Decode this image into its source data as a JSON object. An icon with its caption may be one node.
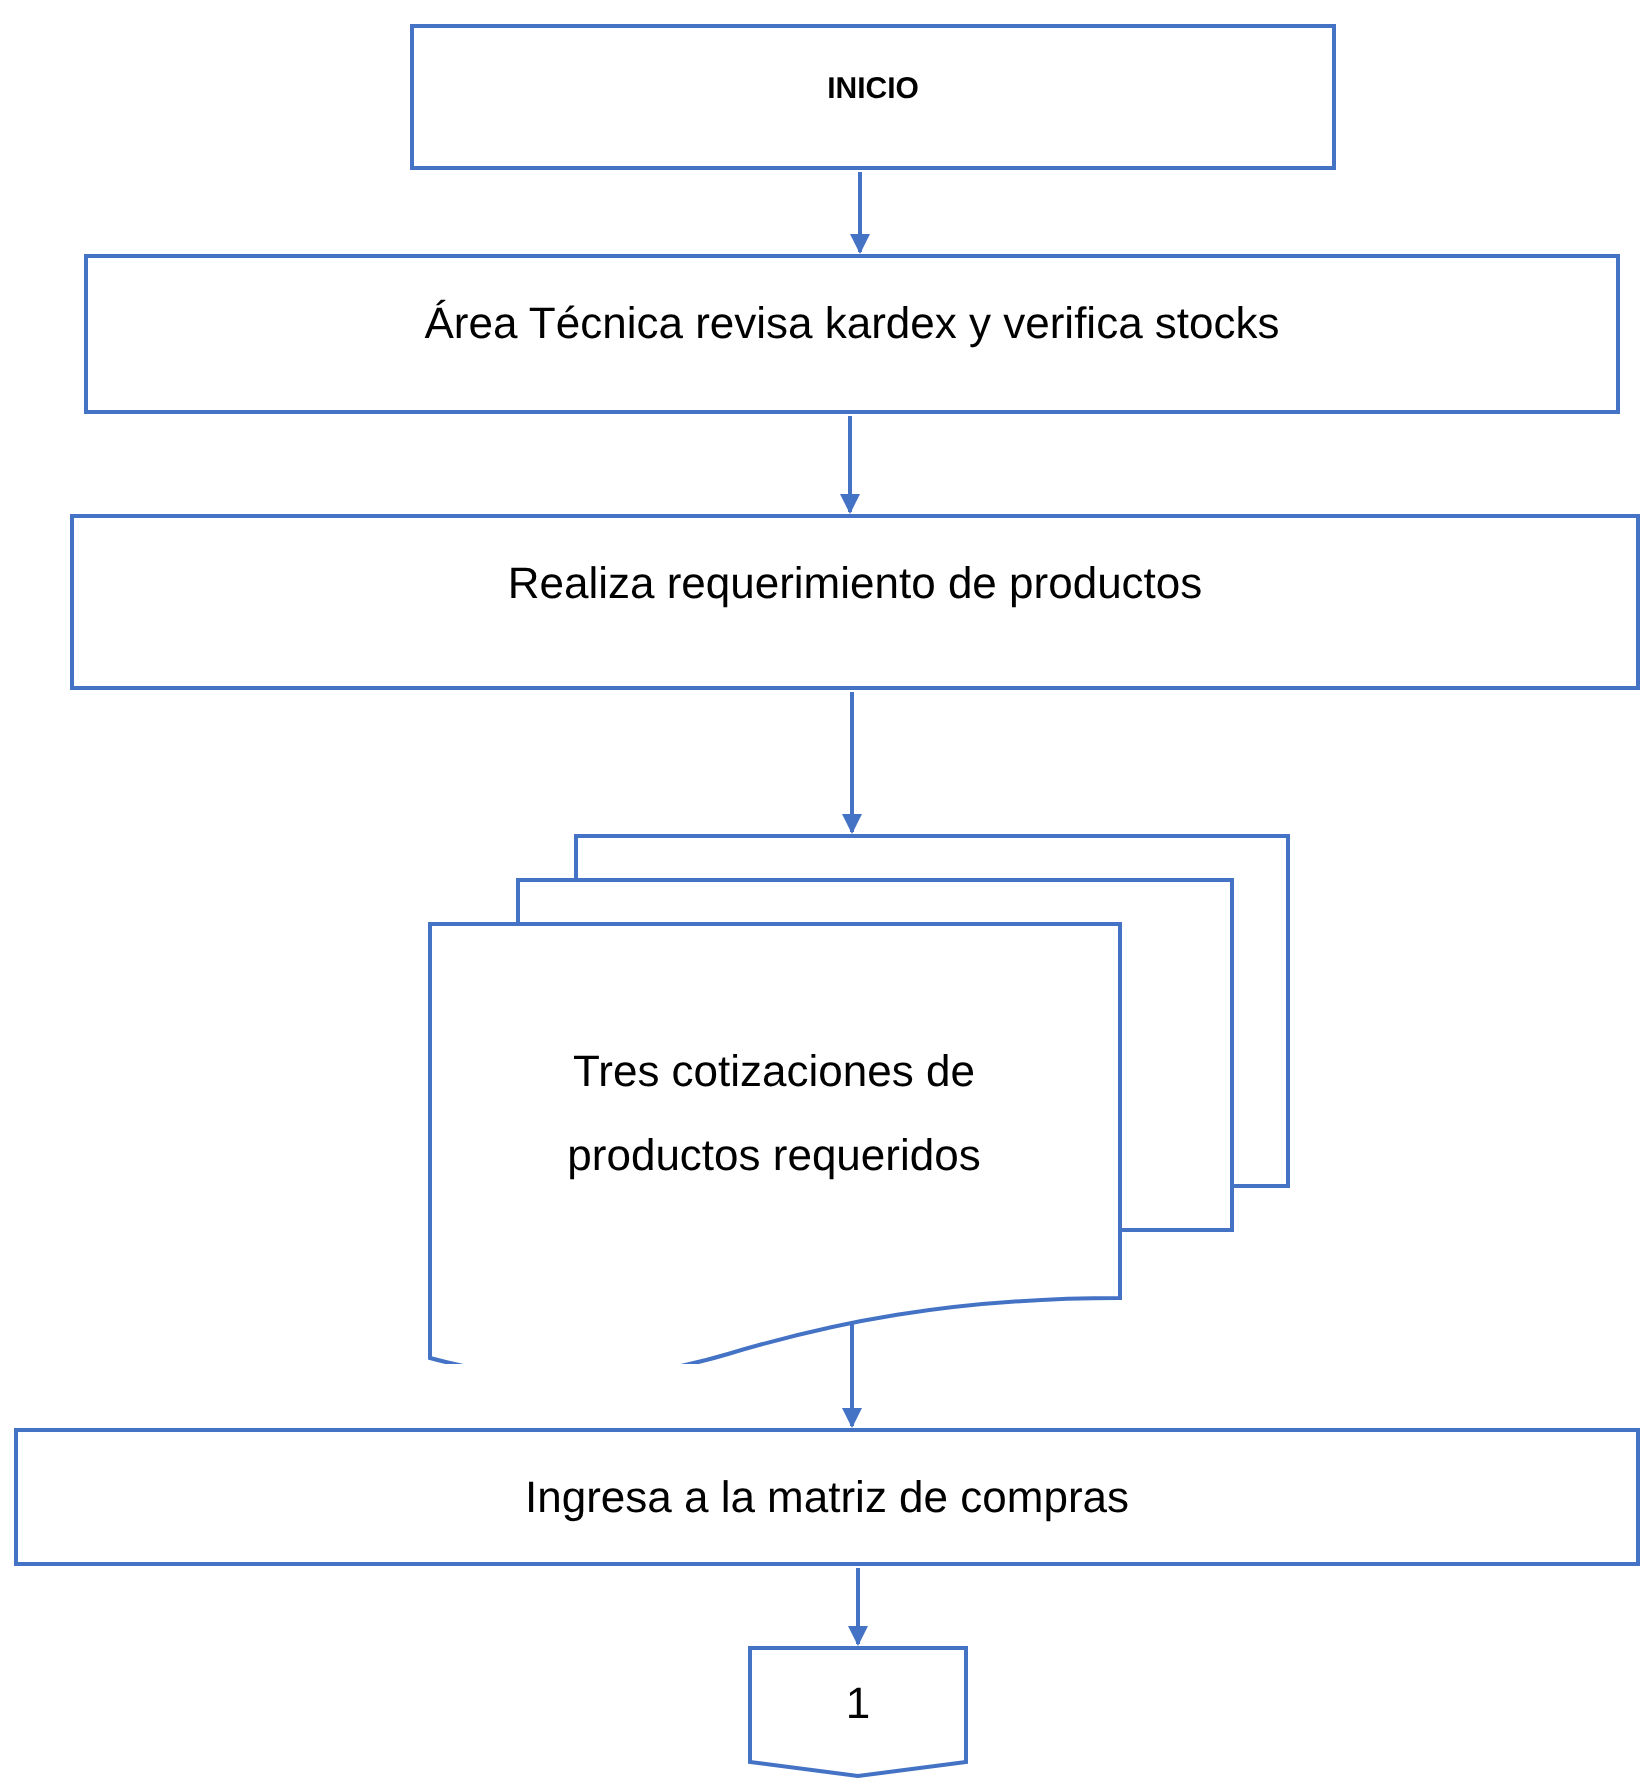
{
  "diagram": {
    "nodes": [
      {
        "text": [
          "INICIO"
        ]
      },
      {
        "text": [
          "Área Técnica revisa kardex y verifica stocks"
        ]
      },
      {
        "text": [
          "Realiza requerimiento de productos"
        ]
      },
      {
        "text": [
          "Tres cotizaciones de productos requeridos"
        ]
      },
      {
        "text": [
          "Ingresa a la matriz de compras"
        ]
      },
      {
        "text": [
          "1"
        ]
      }
    ],
    "edges": [
      {
        "from": 0,
        "to": 1,
        "arrow": "to"
      },
      {
        "from": 1,
        "to": 2,
        "arrow": "to"
      },
      {
        "from": 2,
        "to": 3,
        "arrow": "to"
      },
      {
        "from": 3,
        "to": 4,
        "arrow": "to"
      },
      {
        "from": 4,
        "to": 5,
        "arrow": "to"
      }
    ]
  }
}
